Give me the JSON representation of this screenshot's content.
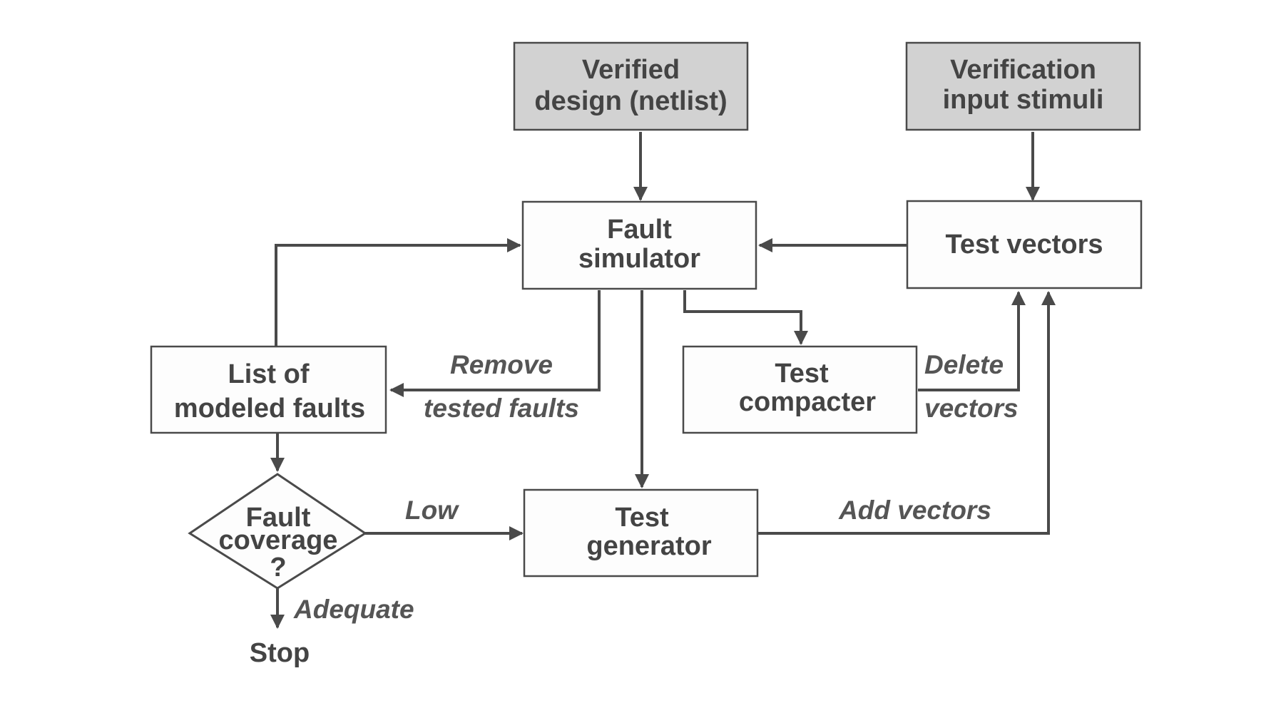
{
  "nodes": {
    "verified_design": {
      "line1": "Verified",
      "line2": "design (netlist)"
    },
    "verification_stimuli": {
      "line1": "Verification",
      "line2": "input stimuli"
    },
    "fault_simulator": {
      "line1": "Fault",
      "line2": "simulator"
    },
    "test_vectors": {
      "line1": "Test vectors"
    },
    "list_of_faults": {
      "line1": "List of",
      "line2": "modeled faults"
    },
    "test_compacter": {
      "line1": "Test",
      "line2": "compacter"
    },
    "fault_coverage": {
      "line1": "Fault",
      "line2": "coverage",
      "line3": "?"
    },
    "test_generator": {
      "line1": "Test",
      "line2": "generator"
    },
    "stop": {
      "label": "Stop"
    }
  },
  "edges": {
    "remove_tested_faults": {
      "line1": "Remove",
      "line2": "tested faults"
    },
    "delete_vectors": {
      "line1": "Delete",
      "line2": "vectors"
    },
    "low": {
      "label": "Low"
    },
    "add_vectors": {
      "label": "Add vectors"
    },
    "adequate": {
      "label": "Adequate"
    }
  },
  "colors": {
    "line": "#4a4a4a",
    "box_fill": "#fdfdfd",
    "input_box_fill": "#d2d2d2",
    "text": "#444444"
  }
}
